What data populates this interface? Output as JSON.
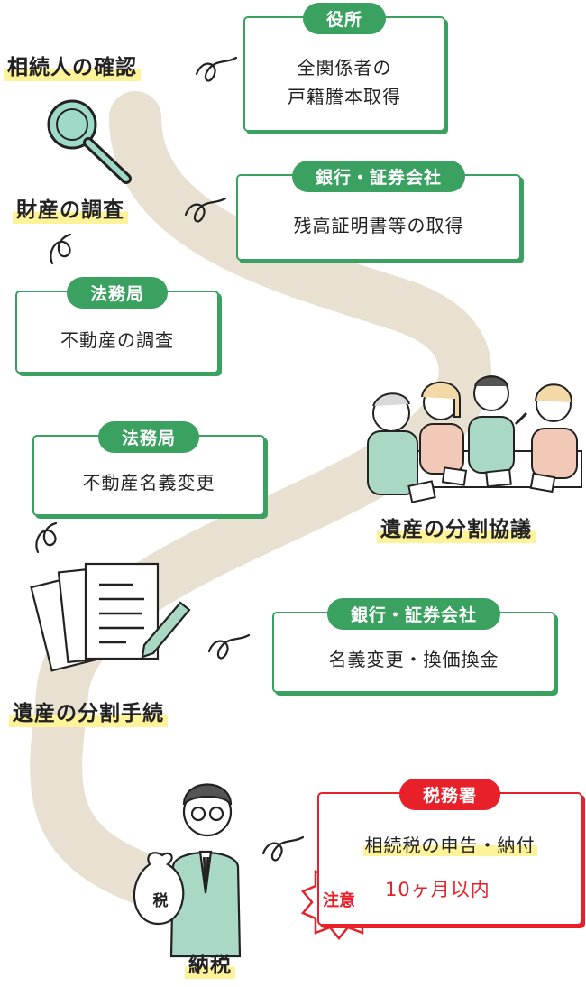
{
  "steps": {
    "heir_check": "相続人の確認",
    "asset_survey": "財産の調査",
    "division_talk": "遺産の分割協議",
    "division_procedure": "遺産の分割手続",
    "tax_payment": "納税"
  },
  "boxes": {
    "city_office": {
      "tag": "役所",
      "line1": "全関係者の",
      "line2": "戸籍謄本取得"
    },
    "bank1": {
      "tag": "銀行・証券会社",
      "line1": "残高証明書等の取得"
    },
    "legal1": {
      "tag": "法務局",
      "line1": "不動産の調査"
    },
    "legal2": {
      "tag": "法務局",
      "line1": "不動産名義変更"
    },
    "bank2": {
      "tag": "銀行・証券会社",
      "line1": "名義変更・換価換金"
    },
    "tax_office": {
      "tag": "税務署",
      "line1": "相続税の申告・納付",
      "caution": "注意",
      "deadline": "10ヶ月以内"
    }
  },
  "labels": {
    "tax_bag": "税"
  },
  "colors": {
    "green": "#3aa161",
    "red": "#e8202a",
    "road": "#e8e1d2",
    "highlight": "#fff39a"
  }
}
